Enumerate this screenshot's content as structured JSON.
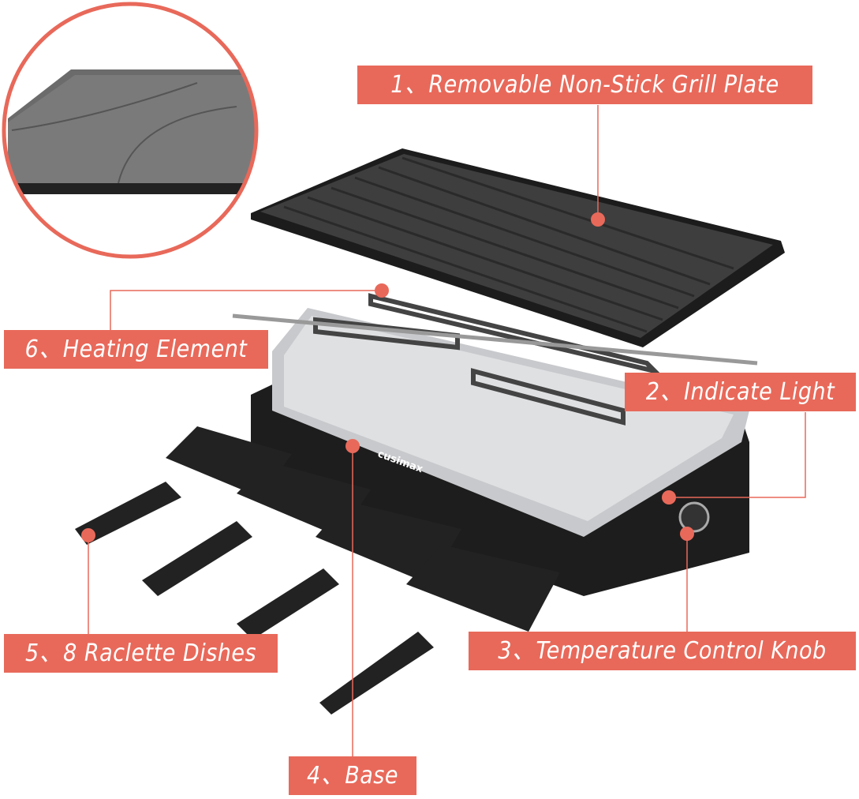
{
  "accent_color": "#E8695A",
  "brand_text": "cusimax",
  "callouts": [
    {
      "number": "1、",
      "text": "Removable Non-Stick Grill Plate"
    },
    {
      "number": "2、",
      "text": "Indicate Light"
    },
    {
      "number": "3、",
      "text": "Temperature Control Knob"
    },
    {
      "number": "4、",
      "text": "Base"
    },
    {
      "number": "5、",
      "text": "8 Raclette Dishes"
    },
    {
      "number": "6、",
      "text": "Heating Element"
    }
  ]
}
